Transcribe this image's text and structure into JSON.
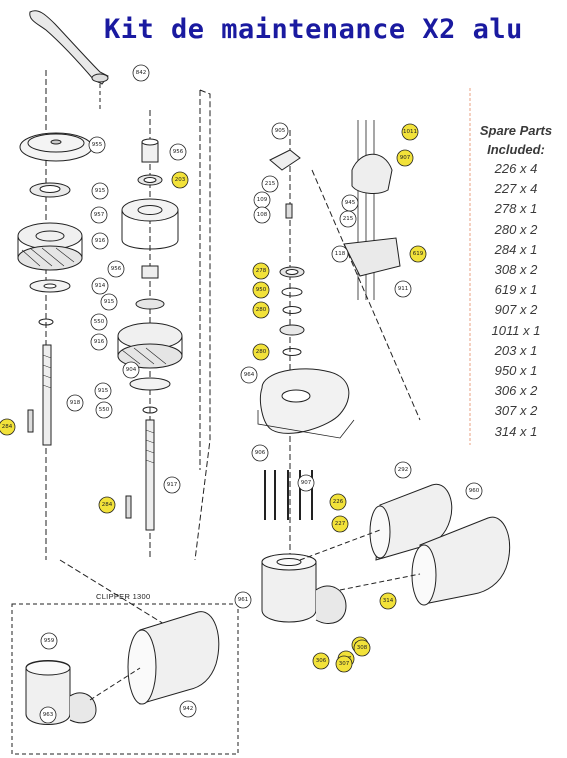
{
  "title": "Kit de maintenance X2 alu",
  "spare_parts": {
    "heading_line1": "Spare Parts",
    "heading_line2": "Included:",
    "items": [
      "226 x 4",
      "227 x 4",
      "278 x 1",
      "280 x 2",
      "284 x 1",
      "308 x 2",
      "619 x 1",
      "907 x 2",
      "1011 x 1",
      "203 x 1",
      "950 x 1",
      "306 x 2",
      "307 x 2",
      "314 x 1"
    ]
  },
  "inset_label": "CLIPPER 1300",
  "callouts_plain": [
    "842",
    "955",
    "956",
    "915",
    "957",
    "916",
    "956",
    "914",
    "915",
    "550",
    "916",
    "904",
    "915",
    "550",
    "918",
    "917",
    "905",
    "215",
    "109",
    "108",
    "945",
    "215",
    "118",
    "911",
    "964",
    "906",
    "907",
    "292",
    "960",
    "961",
    "959",
    "942",
    "963"
  ],
  "callouts_highlighted": [
    "203",
    "284",
    "284",
    "278",
    "950",
    "280",
    "280",
    "226",
    "227",
    "314",
    "306",
    "307",
    "308",
    "1011",
    "619",
    "907",
    "307",
    "308"
  ],
  "colors": {
    "title": "#1a1aa0",
    "highlight": "#f2e23a",
    "line": "#222222",
    "spare_text": "#3a3a3a",
    "divider": "#e8a080"
  }
}
